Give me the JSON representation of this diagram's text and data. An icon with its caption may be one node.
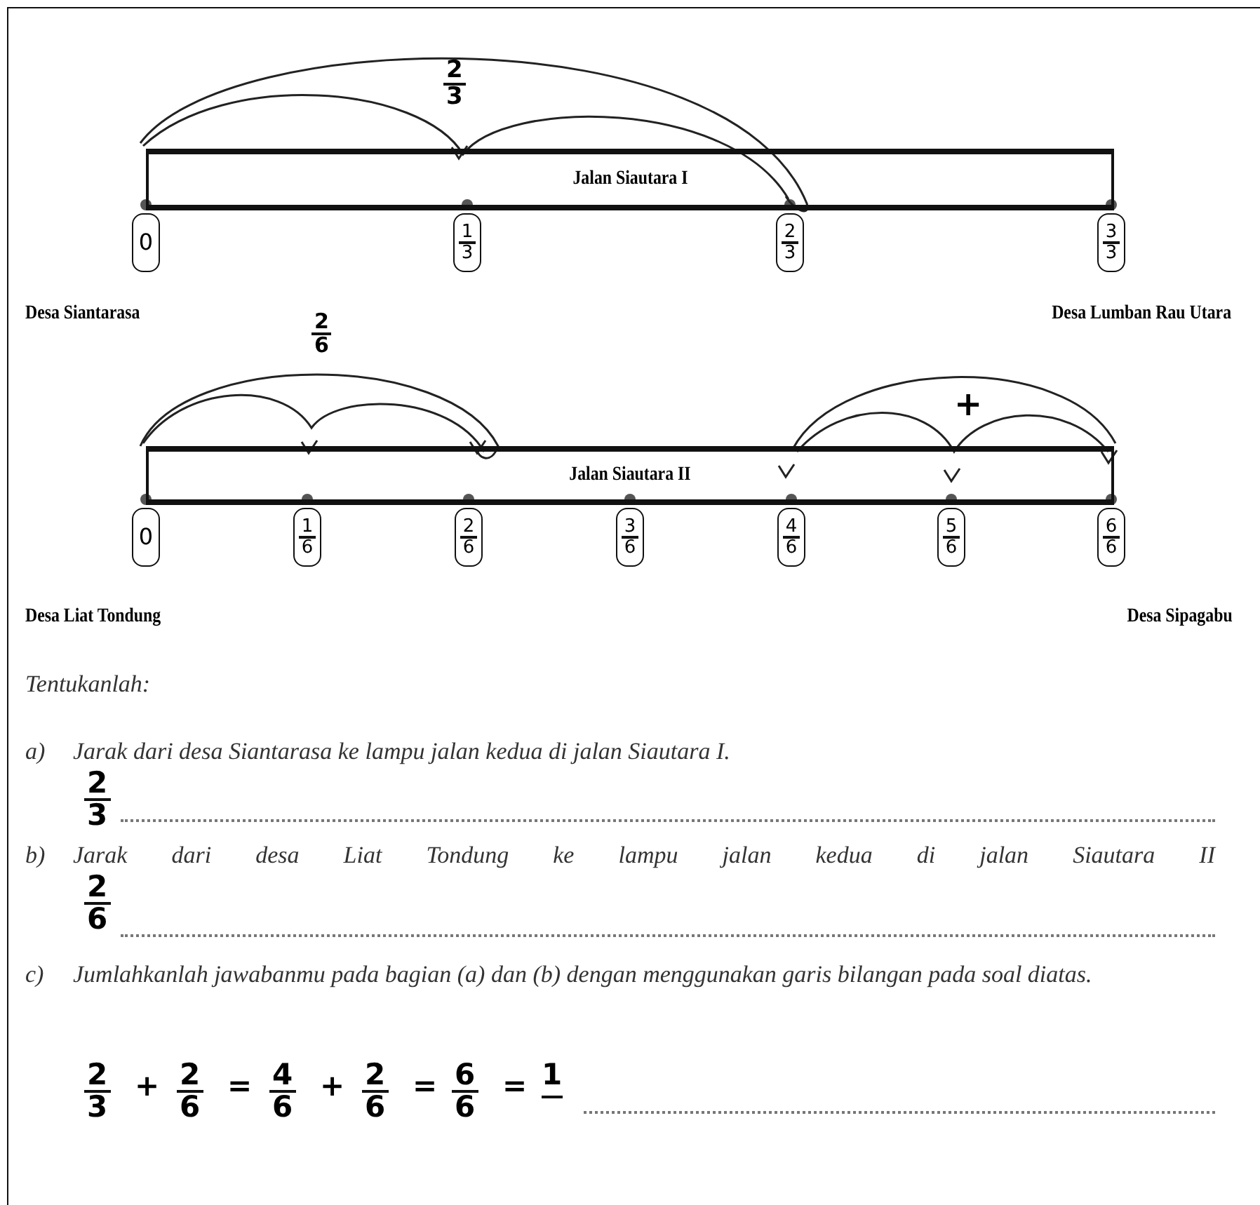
{
  "diagram": {
    "nodes": [
      {
        "text": [
          "Jalan Siautara I"
        ]
      },
      {
        "text": [
          "0"
        ],
        "beside": [
          "Desa Siantarasa"
        ]
      },
      {
        "text": [
          "1",
          "3"
        ]
      },
      {
        "text": [
          "2",
          "3"
        ]
      },
      {
        "text": [
          "3",
          "3"
        ],
        "beside": [
          "Desa Lumban Rau Utara"
        ]
      },
      {
        "text": [
          "Jalan Siautara II"
        ]
      },
      {
        "text": [
          "0"
        ],
        "beside": [
          "Desa Liat Tondung"
        ]
      },
      {
        "text": [
          "1",
          "6"
        ]
      },
      {
        "text": [
          "2",
          "6"
        ]
      },
      {
        "text": [
          "3",
          "6"
        ]
      },
      {
        "text": [
          "4",
          "6"
        ]
      },
      {
        "text": [
          "5",
          "6"
        ]
      },
      {
        "text": [
          "6",
          "6"
        ],
        "beside": [
          "Desa Sipagabu"
        ]
      }
    ],
    "labels": [
      "2",
      "3",
      "2",
      "6",
      "+",
      "Tentukanlah:",
      "a)",
      "Jarak dari desa Siantarasa ke lampu jalan kedua di jalan Siautara I.",
      "2",
      "3",
      "b)",
      "Jarak dari desa Liat Tondung ke lampu jalan kedua di jalan Siautara II",
      "2",
      "6",
      "c)",
      "Jumlahkanlah jawabanmu pada bagian (a) dan (b) dengan menggunakan garis bilangan pada soal diatas.",
      "2",
      "3",
      "+",
      "2",
      "6",
      "=",
      "4",
      "6",
      "+",
      "2",
      "6",
      "=",
      "6",
      "6",
      "=",
      "1"
    ]
  }
}
